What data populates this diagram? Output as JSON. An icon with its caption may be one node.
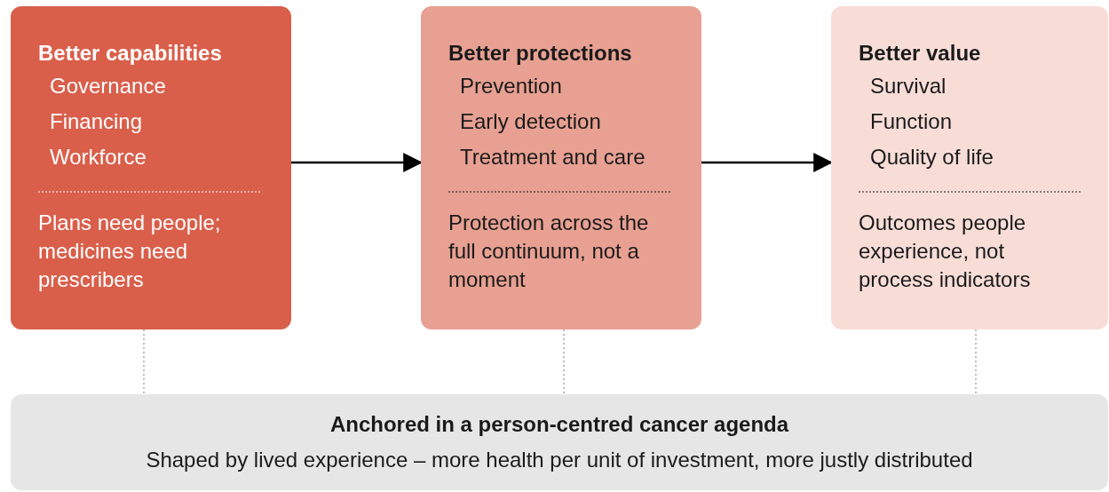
{
  "diagram": {
    "nodes": [
      {
        "text": [
          "Better capabilities",
          "Governance",
          "Financing",
          "Workforce",
          "Plans need people; medicines need prescribers"
        ]
      },
      {
        "text": [
          "Better protections",
          "Prevention",
          "Early detection",
          "Treatment and care",
          "Protection across the full continuum, not a moment"
        ]
      },
      {
        "text": [
          "Better value",
          "Survival",
          "Function",
          "Quality of life",
          "Outcomes people experience, not process indicators"
        ]
      },
      {
        "text": [
          "Anchored in a person-centred cancer agenda",
          "Shaped by lived experience – more health per unit of investment, more justly distributed"
        ]
      }
    ],
    "edges": [
      {
        "from": 0,
        "to": 1,
        "arrow": "to",
        "color": "#000000"
      },
      {
        "from": 1,
        "to": 2,
        "arrow": "to",
        "color": "#000000"
      },
      {
        "from": 0,
        "to": 3,
        "arrow": "none",
        "style": "dashed"
      },
      {
        "from": 1,
        "to": 3,
        "arrow": "none",
        "style": "dashed"
      },
      {
        "from": 2,
        "to": 3,
        "arrow": "none",
        "style": "dashed"
      }
    ]
  }
}
